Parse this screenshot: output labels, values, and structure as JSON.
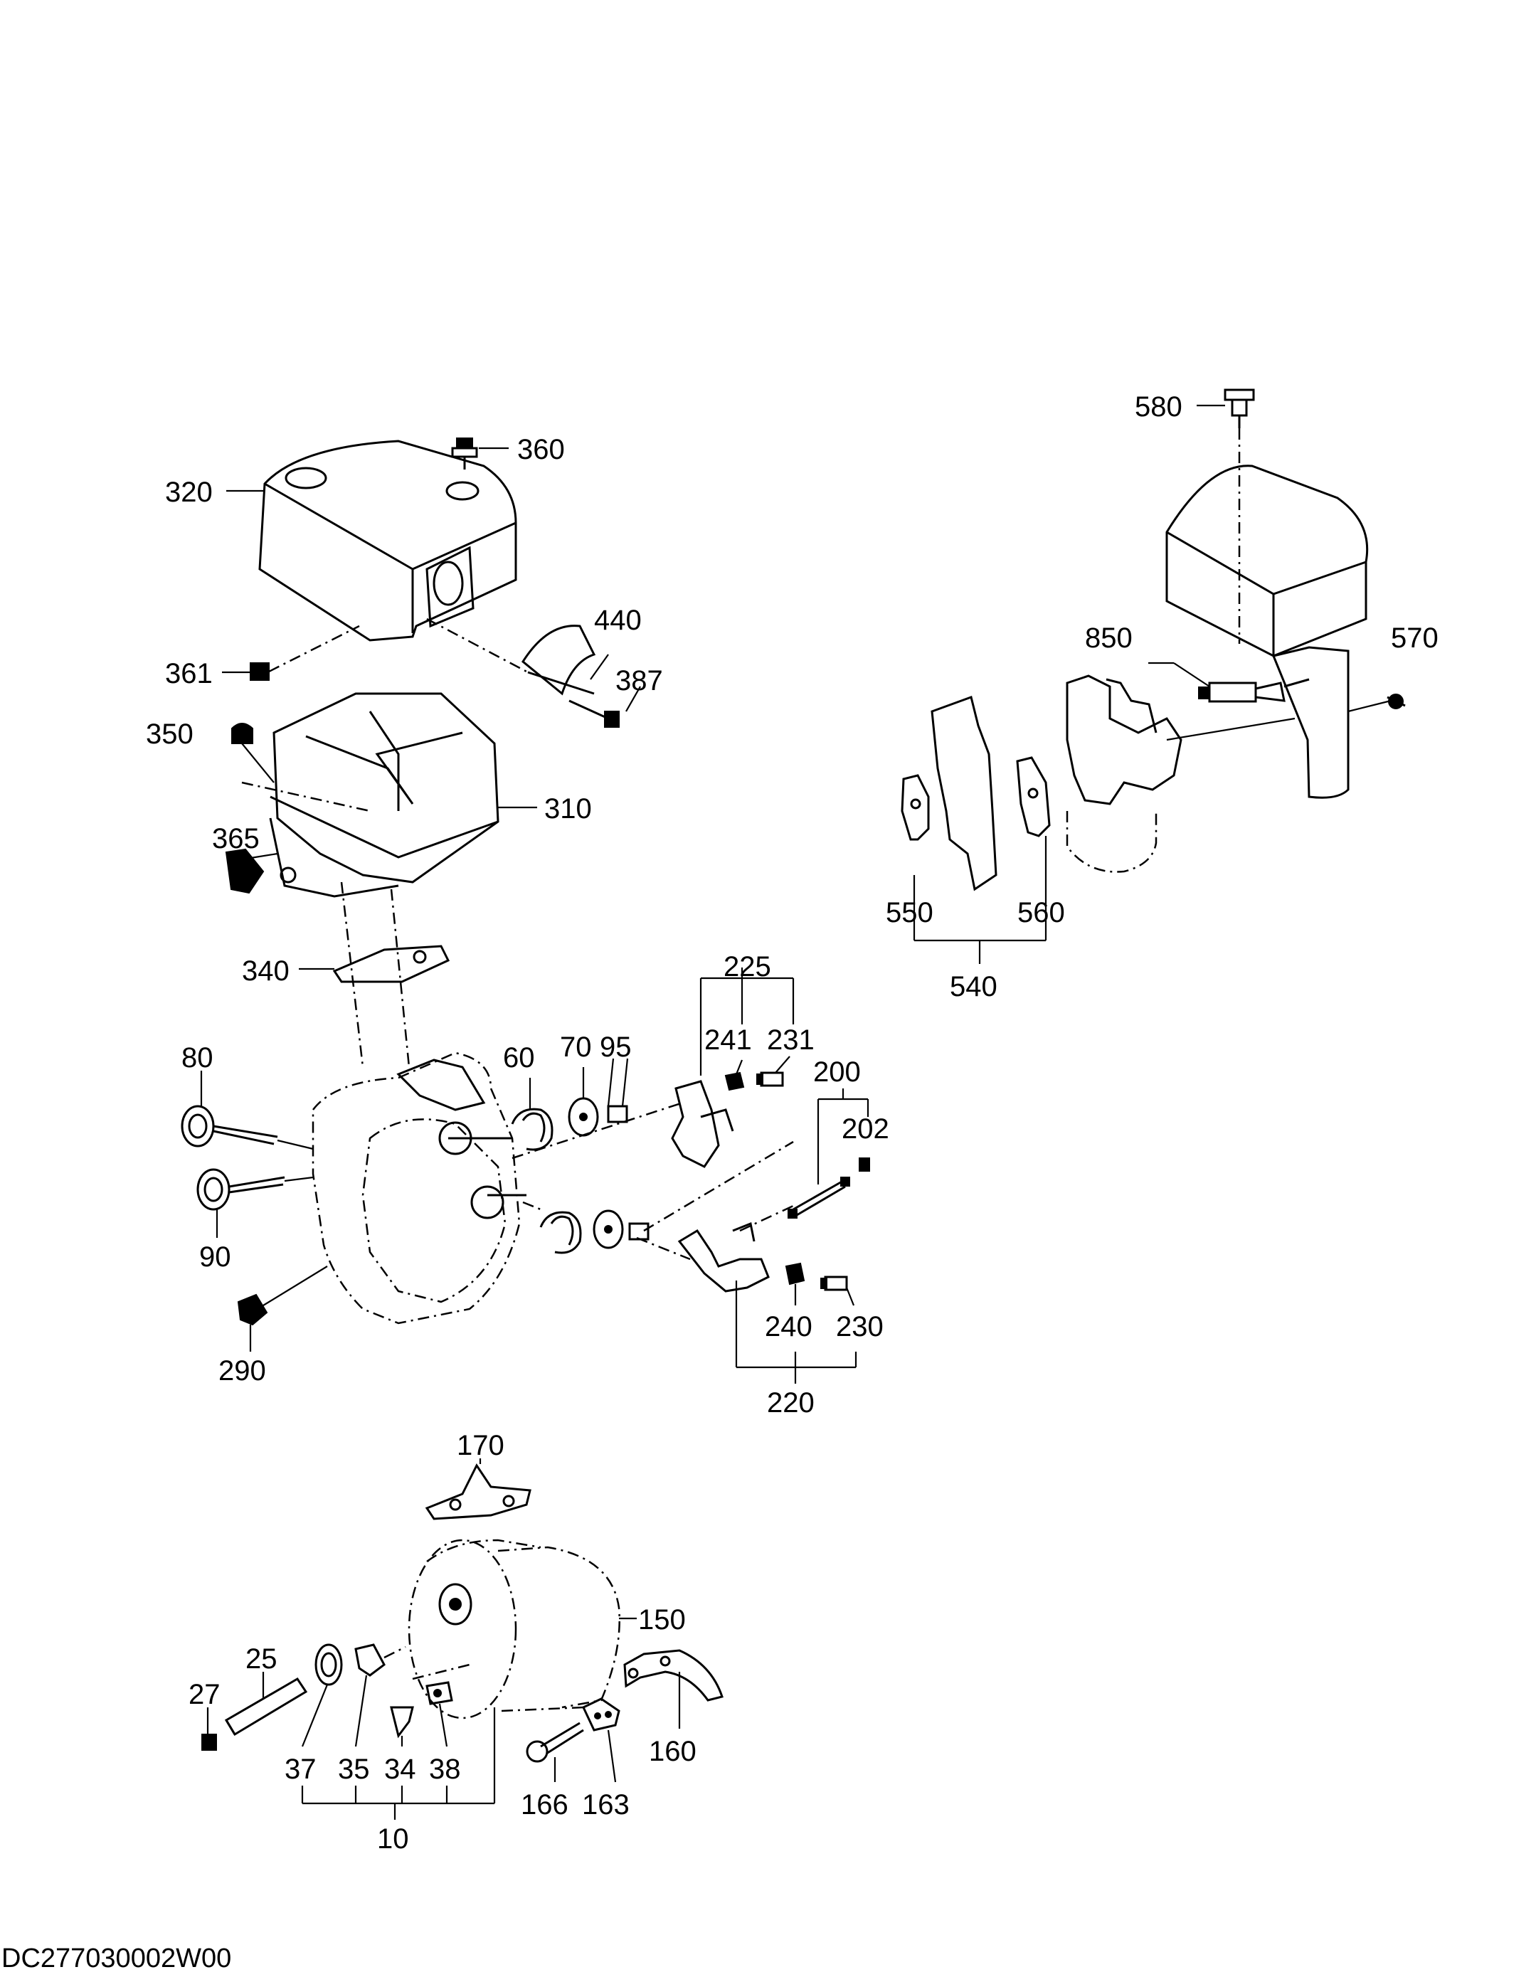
{
  "drawing_code": "DC277030002W00",
  "callouts": {
    "c580": "580",
    "c570": "570",
    "c850": "850",
    "c550": "550",
    "c560": "560",
    "c540": "540",
    "c360": "360",
    "c320": "320",
    "c440": "440",
    "c361": "361",
    "c387": "387",
    "c350": "350",
    "c310": "310",
    "c365": "365",
    "c340": "340",
    "c225": "225",
    "c241": "241",
    "c231": "231",
    "c80": "80",
    "c60": "60",
    "c70": "70",
    "c95": "95",
    "c200": "200",
    "c202": "202",
    "c90": "90",
    "c290": "290",
    "c240": "240",
    "c230": "230",
    "c220": "220",
    "c170": "170",
    "c150": "150",
    "c25": "25",
    "c27": "27",
    "c37": "37",
    "c35": "35",
    "c34": "34",
    "c38": "38",
    "c10": "10",
    "c166": "166",
    "c163": "163",
    "c160": "160"
  }
}
